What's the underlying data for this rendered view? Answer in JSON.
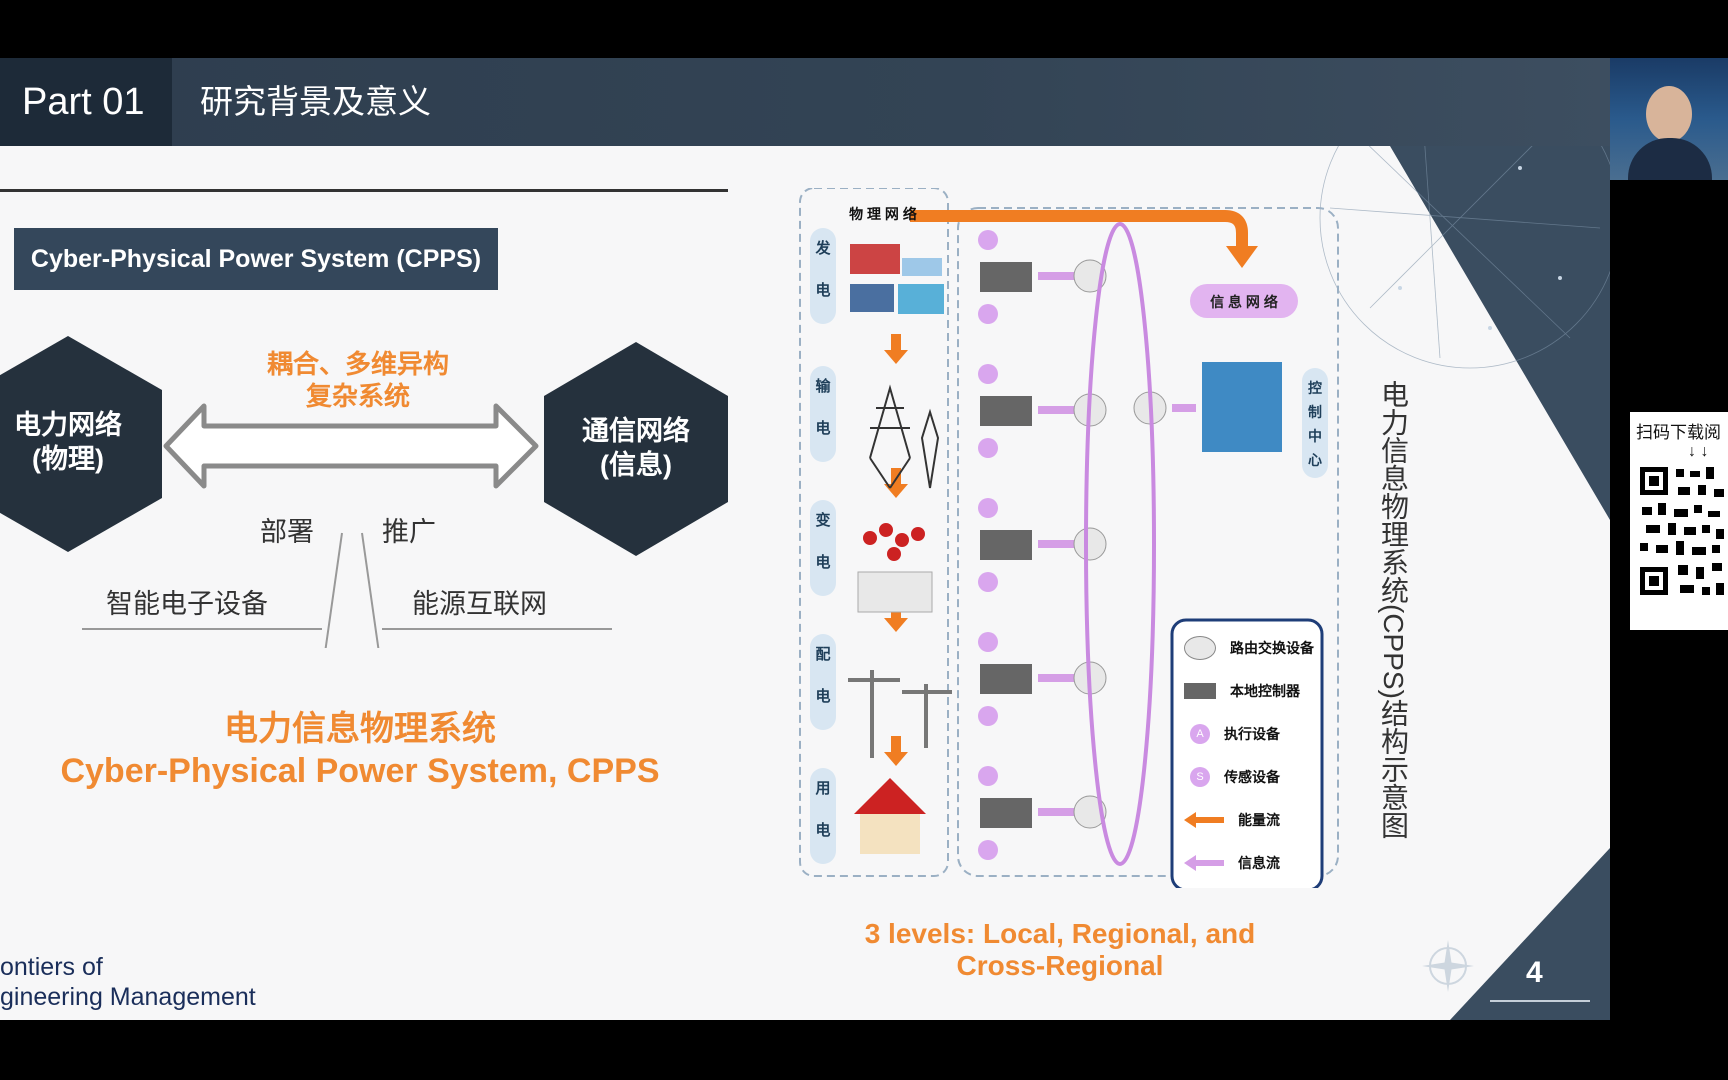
{
  "header": {
    "part": "Part 01",
    "section": "研究背景及意义"
  },
  "left": {
    "cpps_title": "Cyber-Physical Power System (CPPS)",
    "hex_left": [
      "电力网络",
      "(物理)"
    ],
    "hex_right": [
      "通信网络",
      "(信息)"
    ],
    "arrow_caption": [
      "耦合、多维异构",
      "复杂系统"
    ],
    "deploy": "部署",
    "promote": "推广",
    "smart_devices": "智能电子设备",
    "energy_internet": "能源互联网",
    "main_title_cn": "电力信息物理系统",
    "main_title_en": "Cyber-Physical Power System, CPPS"
  },
  "footer": {
    "journal_line1": "ontiers of",
    "journal_line2": "gineering Management"
  },
  "diagram": {
    "physical_network": "物 理 网 络",
    "info_network": "信 息 网 络",
    "stages": [
      {
        "c1": "发",
        "c2": "电"
      },
      {
        "c1": "输",
        "c2": "电"
      },
      {
        "c1": "变",
        "c2": "电"
      },
      {
        "c1": "配",
        "c2": "电"
      },
      {
        "c1": "用",
        "c2": "电"
      }
    ],
    "control_center": [
      "控",
      "制",
      "中",
      "心"
    ],
    "vertical_title": "电力信息物理系统(CPPS)结构示意图",
    "legend": [
      {
        "icon": "router-icon",
        "label": "路由交换设备"
      },
      {
        "icon": "controller-icon",
        "label": "本地控制器"
      },
      {
        "icon": "actuator-icon",
        "label": "执行设备"
      },
      {
        "icon": "sensor-icon",
        "label": "传感设备"
      },
      {
        "icon": "energy-flow-arrow-icon",
        "label": "能量流"
      },
      {
        "icon": "info-flow-arrow-icon",
        "label": "信息流"
      }
    ],
    "caption": [
      "3 levels: Local, Regional, and",
      "Cross-Regional"
    ],
    "sensor_letter": "S",
    "actuator_letter": "A"
  },
  "page_number": "4",
  "qr": {
    "text": "扫码下载阅",
    "arrows": "↓ ↓"
  },
  "colors": {
    "orange": "#f08a32",
    "dark_blue": "#34475b",
    "purple": "#c98ae0"
  }
}
